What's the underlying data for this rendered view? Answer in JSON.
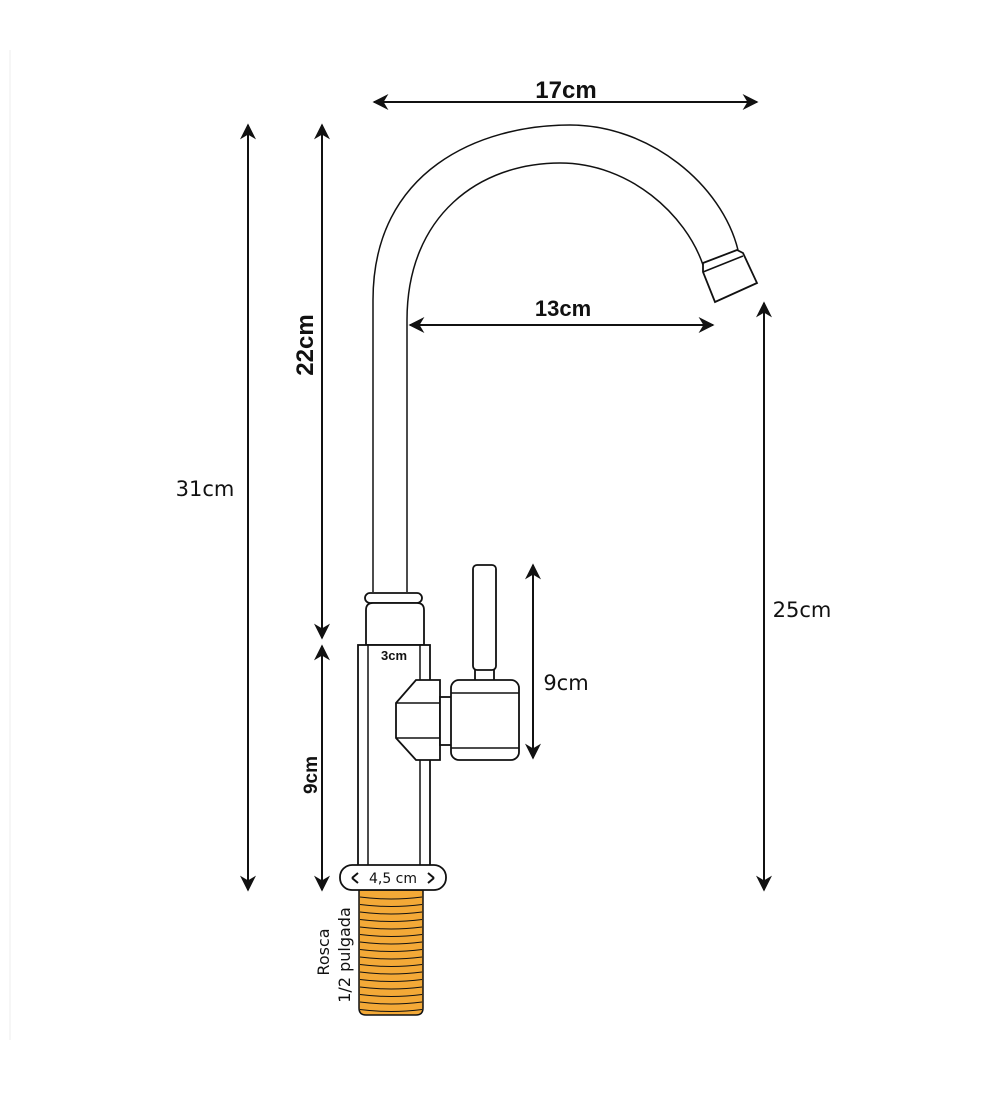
{
  "dimensions": {
    "spout_reach_outer": "17cm",
    "spout_reach_inner": "13cm",
    "total_height": "31cm",
    "spout_height": "22cm",
    "base_height": "9cm",
    "lever_height": "9cm",
    "outlet_height": "25cm",
    "body_width": "3cm",
    "base_width": "4,5 cm"
  },
  "thread": {
    "label_line1": "Rosca",
    "label_line2": "1/2 pulgada",
    "color": "#F3A937"
  }
}
